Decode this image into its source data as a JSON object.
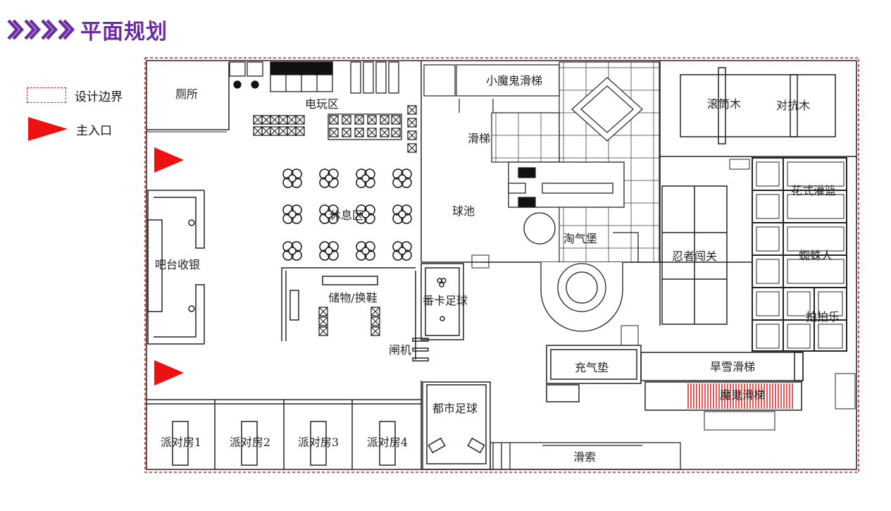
{
  "header": {
    "title": "平面规划",
    "chevron_icon": "chevron-right-icon",
    "accent_color": "#6a2ea0"
  },
  "legend": {
    "items": [
      {
        "label": "设计边界",
        "symbol": "dashed-red-rectangle",
        "color": "#e02020"
      },
      {
        "label": "主入口",
        "symbol": "red-triangle-icon",
        "color": "#ee1111"
      }
    ]
  },
  "floor_plan": {
    "boundary_color": "#e02020",
    "rooms": {
      "toilet": "厕所",
      "arcade": "电玩区",
      "rest_area": "休息区",
      "bar_cashier": "吧台收银",
      "storage": "储物/换鞋",
      "gate": "闸机",
      "party_1": "派对房1",
      "party_2": "派对房2",
      "party_3": "派对房3",
      "party_4": "派对房4",
      "little_devil_slide": "小魔鬼滑梯",
      "slide": "滑梯",
      "ball_pool": "球池",
      "naughty_castle": "淘气堡",
      "foosball": "番卡足球",
      "city_football": "都市足球",
      "zipline": "滑索",
      "inflatable_mat": "充气垫",
      "dry_snow_slide": "旱雪滑梯",
      "devil_slide": "魔鬼滑梯",
      "rolling_log": "滚筒木",
      "battle_log": "对抗木",
      "ninja": "忍者闯关",
      "basket": "花式灌篮",
      "spiderman": "蜘蛛人",
      "pat_fun": "拍拍乐"
    }
  }
}
